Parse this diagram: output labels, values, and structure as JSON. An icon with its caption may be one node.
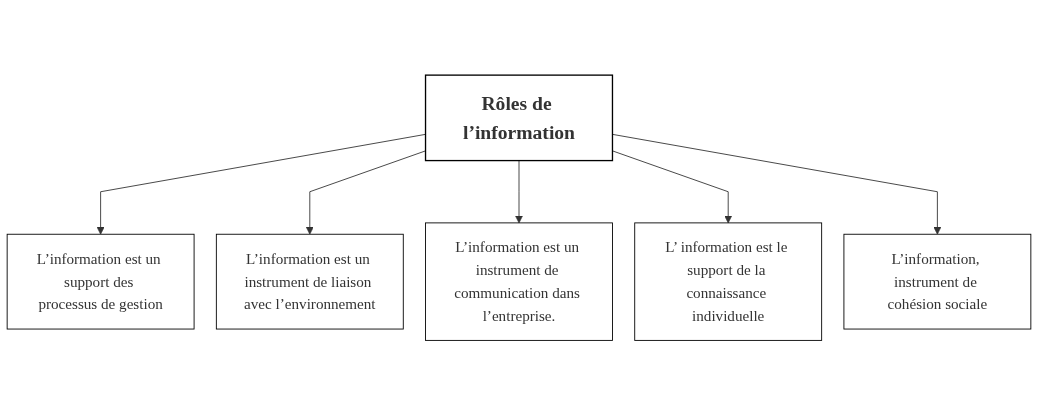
{
  "diagram": {
    "nodes": [
      {
        "text": [
          "Rôles de l’information"
        ]
      },
      {
        "text": [
          "L’information est un support des processus de gestion"
        ]
      },
      {
        "text": [
          "L’information est un instrument de liaison avec l’environnement"
        ]
      },
      {
        "text": [
          "L’information est un instrument de communication dans l’entreprise."
        ]
      },
      {
        "text": [
          "L’ information est le support de la connaissance individuelle"
        ]
      },
      {
        "text": [
          "L’information, instrument de cohésion sociale"
        ]
      }
    ],
    "edges": [
      {
        "from": 0,
        "to": 1,
        "arrow": "to"
      },
      {
        "from": 0,
        "to": 2,
        "arrow": "to"
      },
      {
        "from": 0,
        "to": 3,
        "arrow": "to"
      },
      {
        "from": 0,
        "to": 4,
        "arrow": "to"
      },
      {
        "from": 0,
        "to": 5,
        "arrow": "to"
      }
    ]
  }
}
